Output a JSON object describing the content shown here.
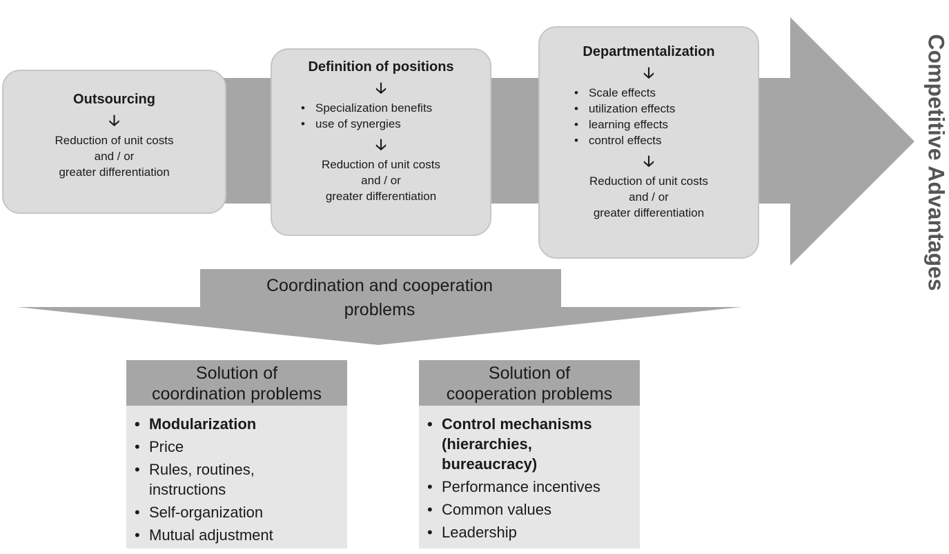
{
  "colors": {
    "box_fill": "#dcdcdc",
    "arrow_fill": "#a6a6a6",
    "header_fill": "#a6a6a6",
    "body_fill": "#e6e6e6",
    "side_title": "#555555"
  },
  "side_title": "Competitive Advantages",
  "stages": [
    {
      "title": "Outsourcing",
      "arrow": "🡣",
      "bullets": [],
      "result": [
        "Reduction of unit costs",
        "and / or",
        "greater differentiation"
      ]
    },
    {
      "title": "Definition of positions",
      "arrow": "🡣",
      "bullets": [
        "Specialization benefits",
        "use of synergies"
      ],
      "arrow2": "🡣",
      "result": [
        "Reduction of unit costs",
        "and / or",
        "greater differentiation"
      ]
    },
    {
      "title": "Departmentalization",
      "arrow": "🡣",
      "bullets": [
        "Scale effects",
        "utilization effects",
        "learning effects",
        "control effects"
      ],
      "arrow2": "🡣",
      "result": [
        "Reduction of unit costs",
        "and / or",
        "greater differentiation"
      ]
    }
  ],
  "funnel": {
    "label_line1": "Coordination and cooperation",
    "label_line2": "problems"
  },
  "solutions": [
    {
      "head_line1": "Solution of",
      "head_line2": "coordination problems",
      "items": [
        {
          "text": "Modularization",
          "bold": true
        },
        {
          "text": "Price",
          "bold": false
        },
        {
          "text": "Rules, routines, instructions",
          "bold": false
        },
        {
          "text": "Self-organization",
          "bold": false
        },
        {
          "text": "Mutual adjustment",
          "bold": false
        }
      ]
    },
    {
      "head_line1": "Solution of",
      "head_line2": "cooperation problems",
      "items": [
        {
          "text": "Control mechanisms (hierarchies, bureaucracy)",
          "bold": true
        },
        {
          "text": "Performance incentives",
          "bold": false
        },
        {
          "text": "Common values",
          "bold": false
        },
        {
          "text": "Leadership",
          "bold": false
        }
      ]
    }
  ]
}
